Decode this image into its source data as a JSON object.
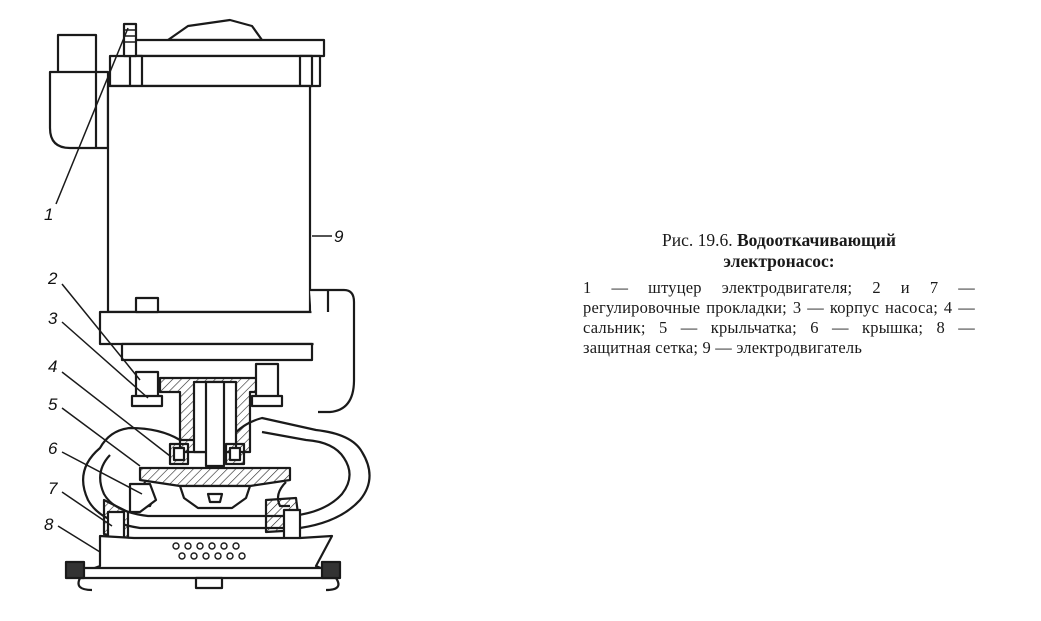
{
  "figure": {
    "caption_prefix": "Рис. 19.6.",
    "caption_title_line1": "Водооткачивающий",
    "caption_title_line2": "электронасос:",
    "legend": "1 — штуцер электродвигателя; 2 и 7 — регулировочные прокладки; 3 — корпус насоса; 4 — сальник; 5 — крыльчатка; 6 — крышка; 8 — защитная сетка; 9 — электродвигатель"
  },
  "callouts": {
    "c1": "1",
    "c2": "2",
    "c3": "3",
    "c4": "4",
    "c5": "5",
    "c6": "6",
    "c7": "7",
    "c8": "8",
    "c9": "9"
  }
}
